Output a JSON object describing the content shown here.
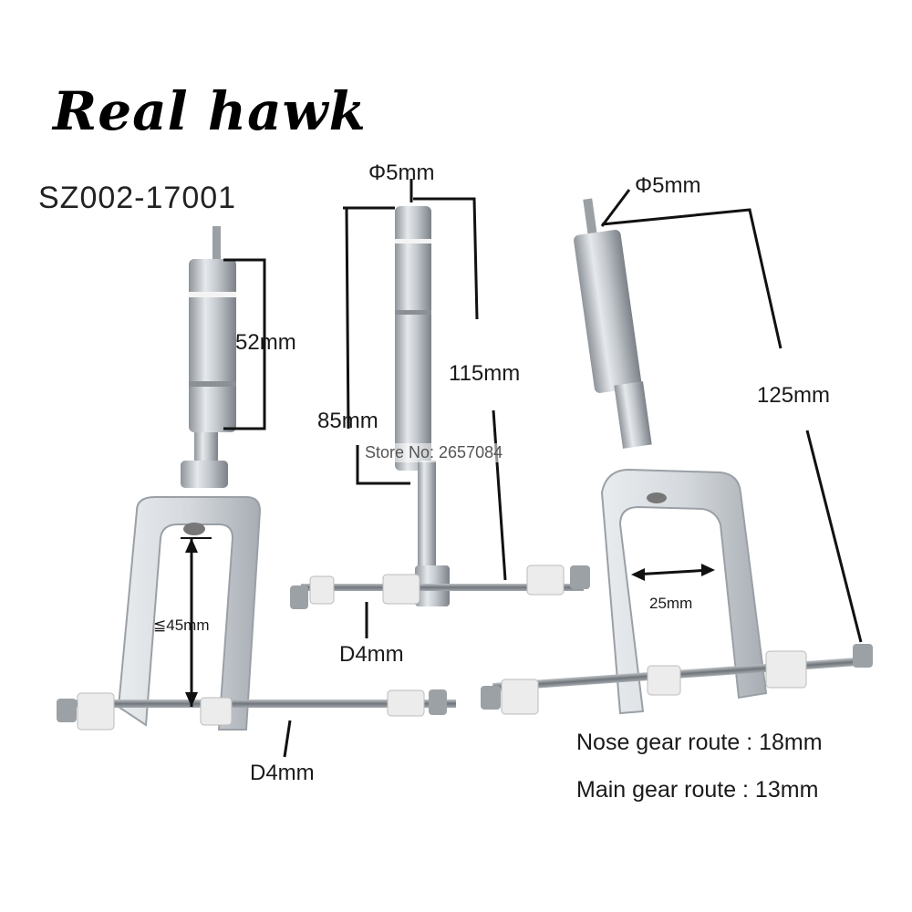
{
  "brand": "Real hawk",
  "model": "SZ002-17001",
  "watermark": "Store No: 2657084",
  "dimensions": {
    "left_shock_length": "52mm",
    "left_fork_height": "≦45mm",
    "left_axle_diameter": "D4mm",
    "middle_pin_diameter": "Φ5mm",
    "middle_total_length": "115mm",
    "middle_shock_length": "85mm",
    "middle_axle_diameter": "D4mm",
    "right_pin_diameter": "Φ5mm",
    "right_total_length": "125mm",
    "right_fork_width": "25mm"
  },
  "routes": {
    "nose": "Nose gear route : 18mm",
    "main": "Main gear route : 13mm"
  },
  "colors": {
    "aluminum": "#c9cdd2",
    "aluminum_shadow": "#8e949a",
    "rod": "#7d8288",
    "collar": "#eeeeee"
  }
}
